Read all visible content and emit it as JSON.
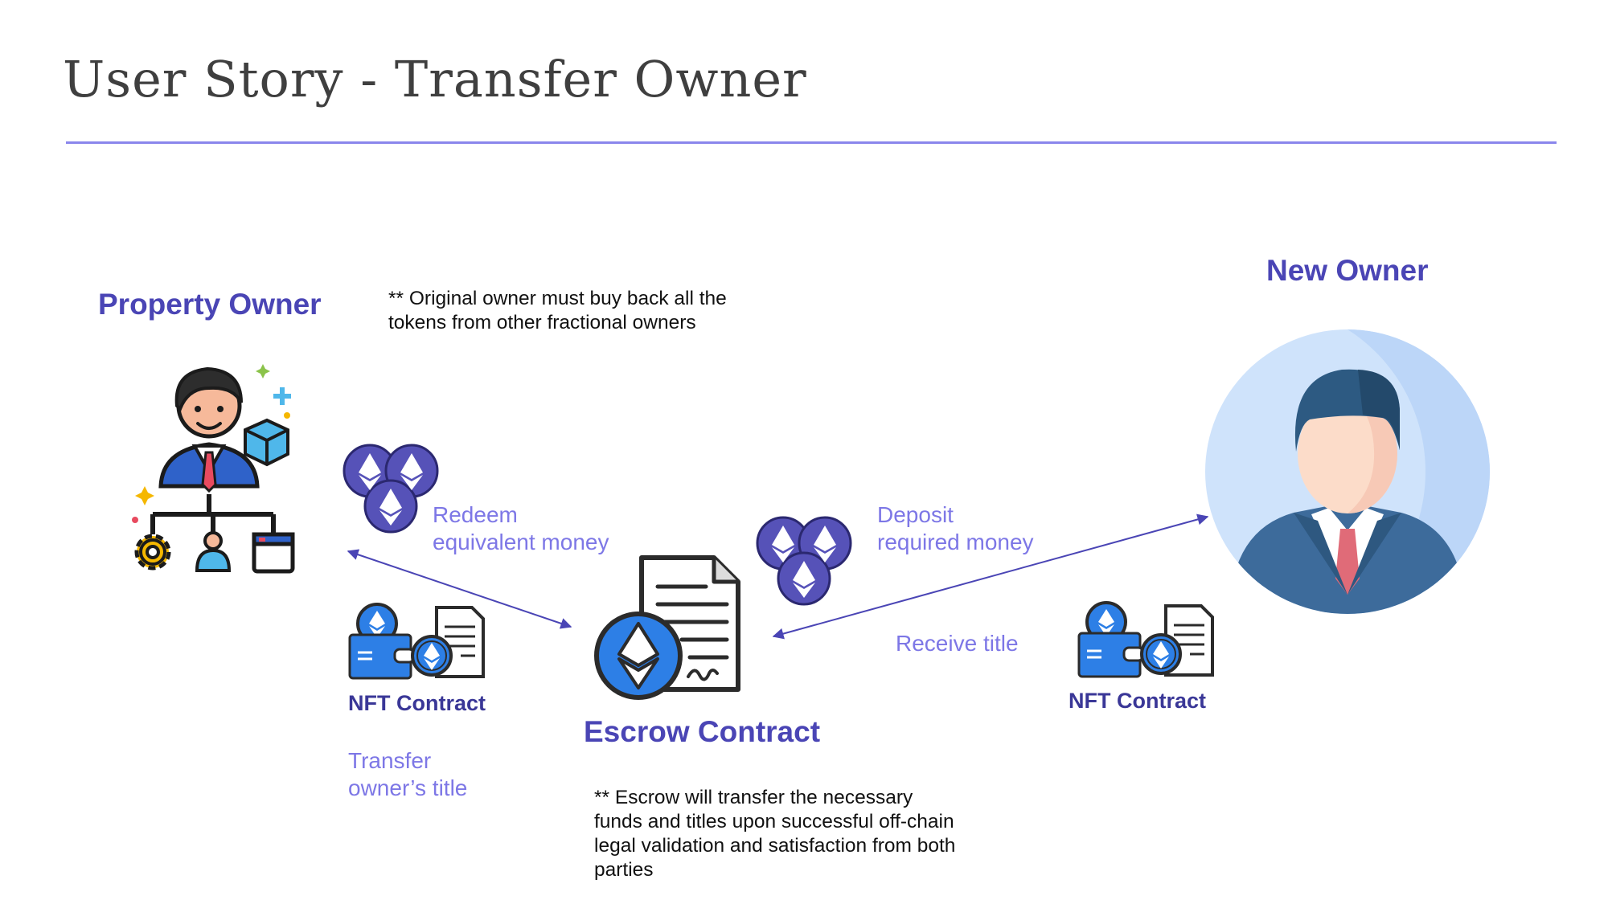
{
  "slide": {
    "title": "User Story - Transfer Owner"
  },
  "property_owner": {
    "label": "Property Owner",
    "note_line1": "** Original owner must buy back all the",
    "note_line2": "tokens from other fractional owners"
  },
  "new_owner": {
    "label": "New Owner"
  },
  "escrow": {
    "label": "Escrow Contract",
    "note_line1": "** Escrow will transfer the necessary",
    "note_line2": "funds and titles upon successful off-chain",
    "note_line3": "legal validation and satisfaction from both",
    "note_line4": "parties"
  },
  "flows": {
    "redeem_line1": "Redeem",
    "redeem_line2": "equivalent money",
    "deposit_line1": "Deposit",
    "deposit_line2": "required money",
    "receive_title": "Receive title",
    "transfer_line1": "Transfer",
    "transfer_line2": "owner’s title"
  },
  "nft_left": {
    "label": "NFT Contract"
  },
  "nft_right": {
    "label": "NFT Contract"
  },
  "icons": {
    "property_owner": "businessman-network-icon",
    "new_owner": "businessman-avatar-icon",
    "escrow": "ethereum-contract-document-icon",
    "coins": "ethereum-coins-icon",
    "nft": "nft-wallet-document-icon"
  },
  "colors": {
    "accent": "#4a45b5",
    "action_text": "#7d77e6",
    "rule": "#8a86ec",
    "arrow": "#4a45b5",
    "coin": "#5652b8",
    "avatar_bg": "#cfe3fb"
  }
}
